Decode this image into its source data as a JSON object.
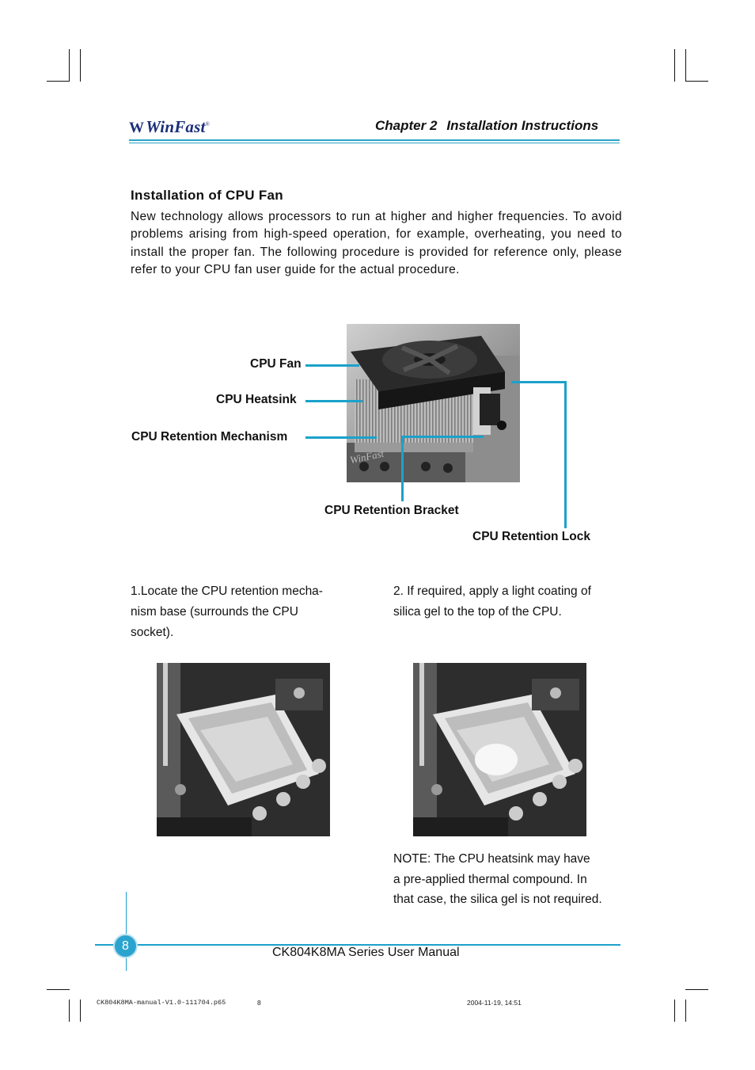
{
  "header": {
    "logo_mark": "W",
    "logo_text": "WinFast",
    "logo_reg": "®",
    "chapter_label": "Chapter 2",
    "chapter_title": "Installation Instructions"
  },
  "section": {
    "title": "Installation of CPU Fan",
    "intro": "New technology allows processors to run at higher and higher frequencies. To avoid problems arising from high-speed operation, for example, overheating, you need to install the proper fan. The following procedure is provided for reference only, please refer to your CPU fan user guide for the actual procedure."
  },
  "diagram": {
    "labels": {
      "fan": "CPU Fan",
      "heatsink": "CPU Heatsink",
      "mechanism": "CPU Retention Mechanism",
      "bracket": "CPU Retention Bracket",
      "lock": "CPU Retention Lock"
    },
    "photo_watermark": "WinFast"
  },
  "steps": {
    "step1_lines": [
      "1.Locate the CPU retention mecha-",
      "nism base (surrounds the CPU",
      "socket)."
    ],
    "step2_lines": [
      "2. If required, apply a light coating of",
      "silica gel to the top of the CPU."
    ],
    "note_lines": [
      "NOTE:  The CPU heatsink may have",
      "a pre-applied thermal compound. In",
      "that case, the silica gel is not required."
    ]
  },
  "footer": {
    "page_number": "8",
    "manual_title": "CK804K8MA Series User Manual",
    "print_file": "CK804K8MA-manual-V1.0-111704.p65",
    "print_page": "8",
    "print_date": "2004-11-19, 14:51"
  },
  "colors": {
    "accent": "#1ba1cc",
    "logo": "#1a2f78"
  }
}
